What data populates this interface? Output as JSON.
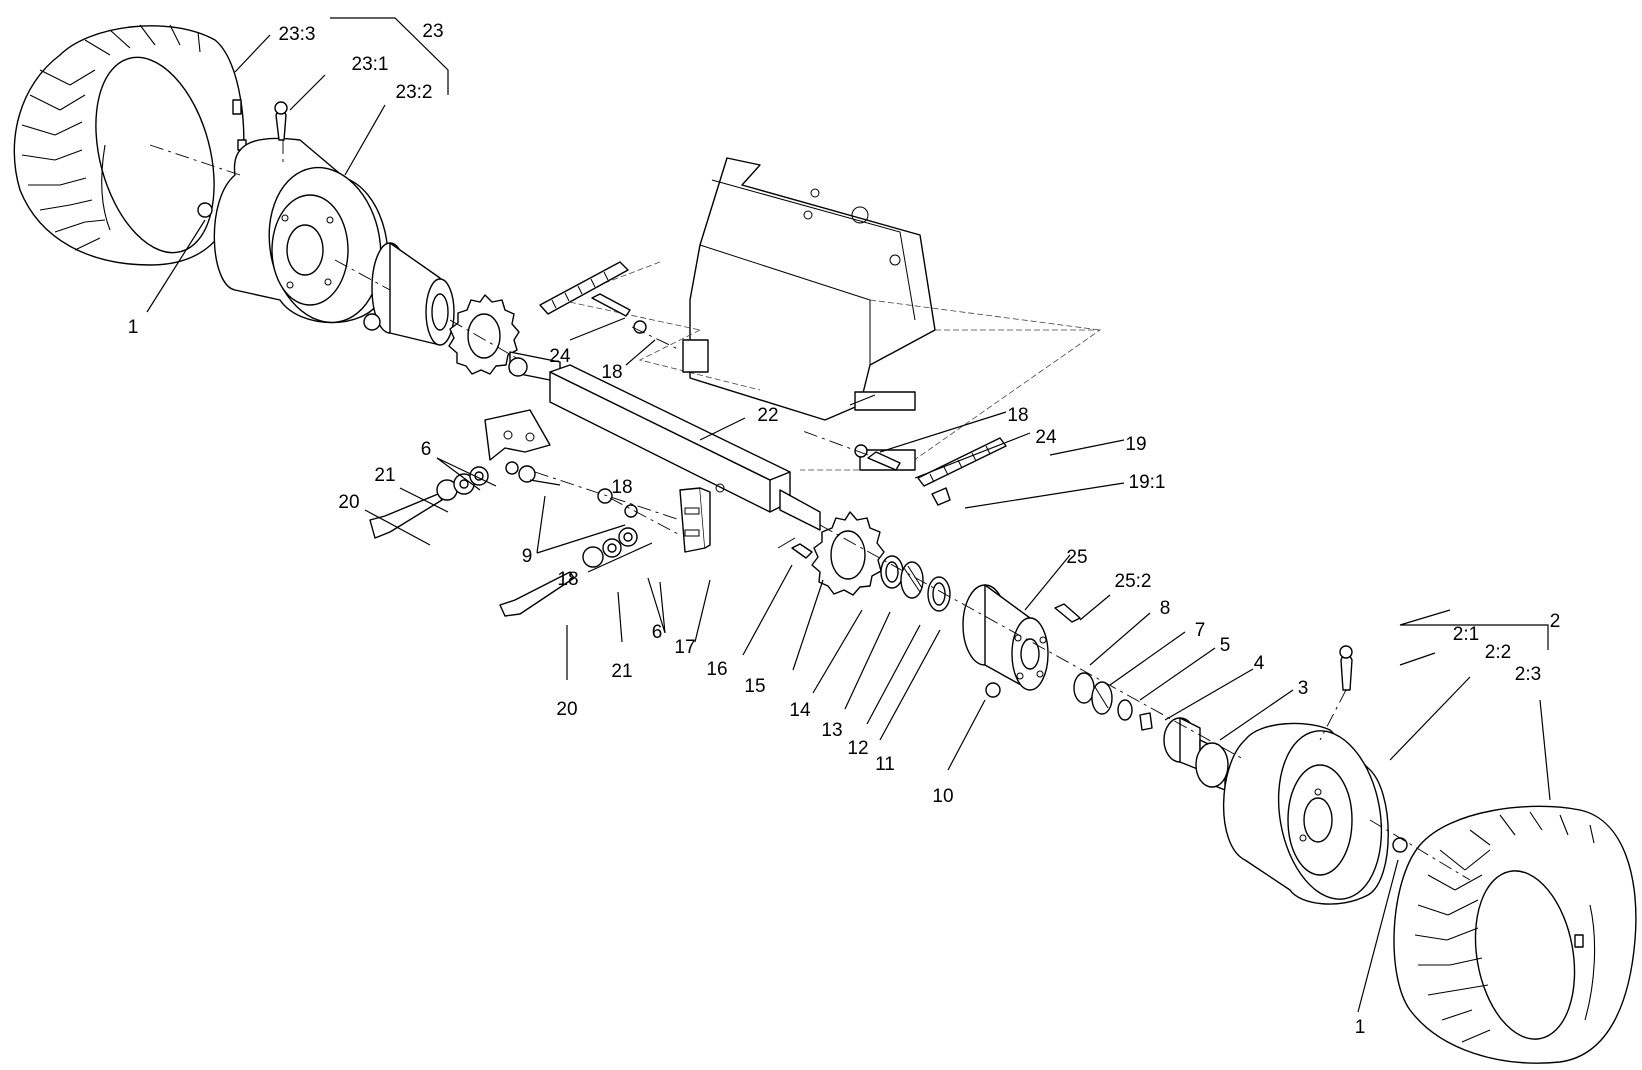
{
  "labels": [
    {
      "key": "lbl-23-3",
      "text": "23:3"
    },
    {
      "key": "lbl-23",
      "text": "23"
    },
    {
      "key": "lbl-23-1",
      "text": "23:1"
    },
    {
      "key": "lbl-23-2",
      "text": "23:2"
    },
    {
      "key": "lbl-1-top",
      "text": "1"
    },
    {
      "key": "lbl-24-top",
      "text": "24"
    },
    {
      "key": "lbl-18-top",
      "text": "18"
    },
    {
      "key": "lbl-22",
      "text": "22"
    },
    {
      "key": "lbl-18-mid",
      "text": "18"
    },
    {
      "key": "lbl-24-mid",
      "text": "24"
    },
    {
      "key": "lbl-19",
      "text": "19"
    },
    {
      "key": "lbl-19-1",
      "text": "19:1"
    },
    {
      "key": "lbl-6-top",
      "text": "6"
    },
    {
      "key": "lbl-21-top",
      "text": "21"
    },
    {
      "key": "lbl-18-left",
      "text": "18"
    },
    {
      "key": "lbl-20-top",
      "text": "20"
    },
    {
      "key": "lbl-9",
      "text": "9"
    },
    {
      "key": "lbl-18-low",
      "text": "18"
    },
    {
      "key": "lbl-6-low",
      "text": "6"
    },
    {
      "key": "lbl-21-low",
      "text": "21"
    },
    {
      "key": "lbl-17",
      "text": "17"
    },
    {
      "key": "lbl-16",
      "text": "16"
    },
    {
      "key": "lbl-15",
      "text": "15"
    },
    {
      "key": "lbl-14",
      "text": "14"
    },
    {
      "key": "lbl-13",
      "text": "13"
    },
    {
      "key": "lbl-12",
      "text": "12"
    },
    {
      "key": "lbl-11",
      "text": "11"
    },
    {
      "key": "lbl-10",
      "text": "10"
    },
    {
      "key": "lbl-20-low",
      "text": "20"
    },
    {
      "key": "lbl-25",
      "text": "25"
    },
    {
      "key": "lbl-25-2",
      "text": "25:2"
    },
    {
      "key": "lbl-8",
      "text": "8"
    },
    {
      "key": "lbl-7",
      "text": "7"
    },
    {
      "key": "lbl-5",
      "text": "5"
    },
    {
      "key": "lbl-4",
      "text": "4"
    },
    {
      "key": "lbl-3",
      "text": "3"
    },
    {
      "key": "lbl-2",
      "text": "2"
    },
    {
      "key": "lbl-2-1",
      "text": "2:1"
    },
    {
      "key": "lbl-2-2",
      "text": "2:2"
    },
    {
      "key": "lbl-2-3",
      "text": "2:3"
    },
    {
      "key": "lbl-1-bottom",
      "text": "1"
    }
  ]
}
